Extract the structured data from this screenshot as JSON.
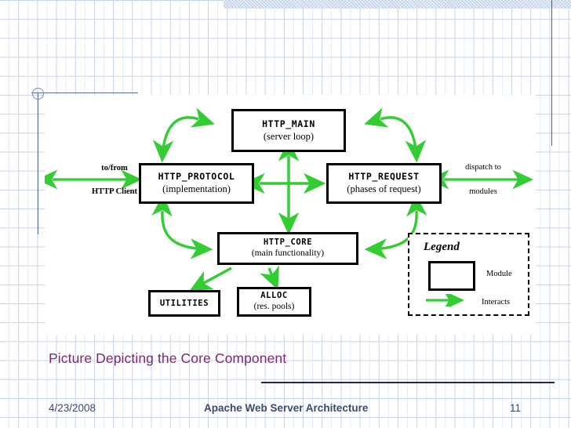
{
  "slide": {
    "caption": "Picture Depicting the Core Component",
    "footer": {
      "date": "4/23/2008",
      "title": "Apache Web Server Architecture",
      "page_number": "11"
    }
  },
  "colors": {
    "arrow_green": "#33CC33",
    "caption_purple": "#7B2A72",
    "footer_blue": "#3C4A6B",
    "grid_blue": "#C5D3E8",
    "box_border": "#000000"
  },
  "diagram": {
    "boxes": [
      {
        "id": "http-main",
        "title": "HTTP_MAIN",
        "subtitle": "(server loop)"
      },
      {
        "id": "http-protocol",
        "title": "HTTP_PROTOCOL",
        "subtitle": "(implementation)"
      },
      {
        "id": "http-request",
        "title": "HTTP_REQUEST",
        "subtitle": "(phases of request)"
      },
      {
        "id": "http-core",
        "title": "HTTP_CORE",
        "subtitle": "(main functionality)"
      },
      {
        "id": "utilities",
        "title": "UTILITIES",
        "subtitle": ""
      },
      {
        "id": "alloc",
        "title": "ALLOC",
        "subtitle": "(res. pools)"
      }
    ],
    "side_labels": {
      "client_top": "to/from",
      "client_bottom": "HTTP Client",
      "dispatch_top": "dispatch to",
      "dispatch_bottom": "modules"
    },
    "legend": {
      "title": "Legend",
      "module_label": "Module",
      "interacts_label": "Interacts"
    }
  }
}
